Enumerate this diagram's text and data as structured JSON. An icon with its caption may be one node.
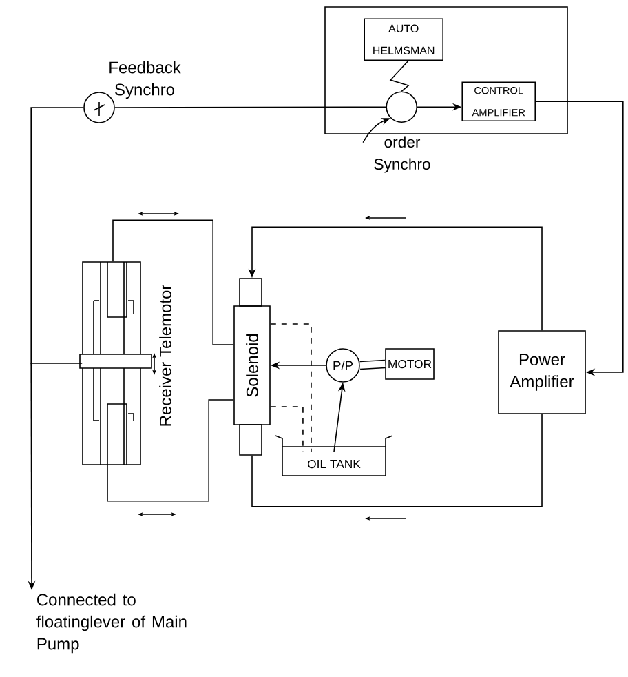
{
  "diagram": {
    "nodes": [
      {
        "text": [],
        "shape": "box"
      },
      {
        "text": [
          "AUTO HELMSMAN"
        ],
        "in": 0
      },
      {
        "text": [],
        "shape": "circle",
        "in": 0
      },
      {
        "text": [
          "CONTROL AMPLIFIER"
        ],
        "in": 0
      },
      {
        "text": [],
        "shape": "circle",
        "beside": [
          "Feedback Synchro"
        ]
      },
      {
        "text": [
          "order Synchro"
        ]
      },
      {
        "text": [],
        "shape": "cylinder",
        "beside": [
          "Receiver Telemotor"
        ]
      },
      {
        "text": [
          "Solenoid"
        ]
      },
      {
        "text": [
          "P/P"
        ]
      },
      {
        "text": [
          "MOTOR"
        ]
      },
      {
        "text": [
          "OIL TANK"
        ]
      },
      {
        "text": [
          "Power Amplifier"
        ]
      },
      {
        "text": [
          "Connected to floatinglever of Main Pump"
        ]
      }
    ],
    "edges": [
      {
        "from": 1,
        "to": 2,
        "arrow": "none"
      },
      {
        "from": 2,
        "to": 3,
        "arrow": "to"
      },
      {
        "from": 4,
        "to": 2,
        "arrow": "none"
      },
      {
        "from": 5,
        "to": 2,
        "arrow": "to"
      },
      {
        "from": 3,
        "to": 11,
        "arrow": "to"
      },
      {
        "from": 4,
        "to": 6,
        "arrow": "none"
      },
      {
        "from": 6,
        "to": 12,
        "arrow": "to"
      },
      {
        "from": 11,
        "to": 7,
        "arrow": "to"
      },
      {
        "from": 11,
        "to": 7,
        "arrow": "none"
      },
      {
        "from": 8,
        "to": 7,
        "arrow": "to"
      },
      {
        "from": 9,
        "to": 8,
        "arrow": "none",
        "style": "thick"
      },
      {
        "from": 10,
        "to": 8,
        "arrow": "to"
      },
      {
        "from": 7,
        "to": 10,
        "arrow": "none",
        "style": "dashed"
      },
      {
        "from": 7,
        "to": 10,
        "arrow": "none",
        "style": "dashed"
      },
      {
        "from": 7,
        "to": 6,
        "arrow": "none"
      },
      {
        "from": 7,
        "to": 6,
        "arrow": "none"
      }
    ]
  }
}
